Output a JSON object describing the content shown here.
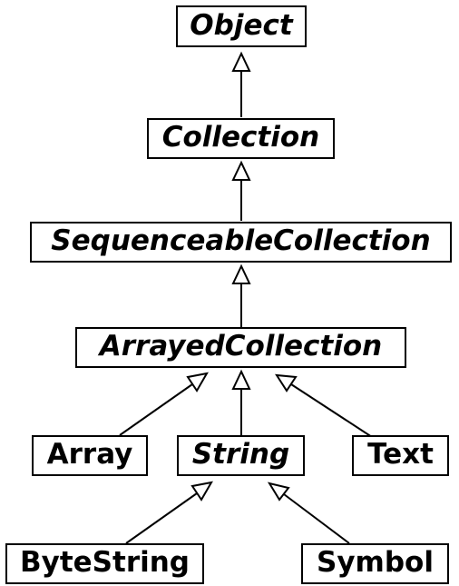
{
  "diagram": {
    "classes": {
      "object": {
        "name": "Object",
        "abstract": true
      },
      "collection": {
        "name": "Collection",
        "abstract": true
      },
      "sequenceable": {
        "name": "SequenceableCollection",
        "abstract": true
      },
      "arrayed": {
        "name": "ArrayedCollection",
        "abstract": true
      },
      "array": {
        "name": "Array",
        "abstract": false
      },
      "string": {
        "name": "String",
        "abstract": true
      },
      "text": {
        "name": "Text",
        "abstract": false
      },
      "bytestring": {
        "name": "ByteString",
        "abstract": false
      },
      "symbol": {
        "name": "Symbol",
        "abstract": false
      }
    },
    "inheritance": [
      {
        "child": "Collection",
        "parent": "Object"
      },
      {
        "child": "SequenceableCollection",
        "parent": "Collection"
      },
      {
        "child": "ArrayedCollection",
        "parent": "SequenceableCollection"
      },
      {
        "child": "Array",
        "parent": "ArrayedCollection"
      },
      {
        "child": "String",
        "parent": "ArrayedCollection"
      },
      {
        "child": "Text",
        "parent": "ArrayedCollection"
      },
      {
        "child": "ByteString",
        "parent": "String"
      },
      {
        "child": "Symbol",
        "parent": "String"
      }
    ],
    "colors": {
      "line": "#000000",
      "box_border": "#000000",
      "background": "#ffffff"
    }
  }
}
